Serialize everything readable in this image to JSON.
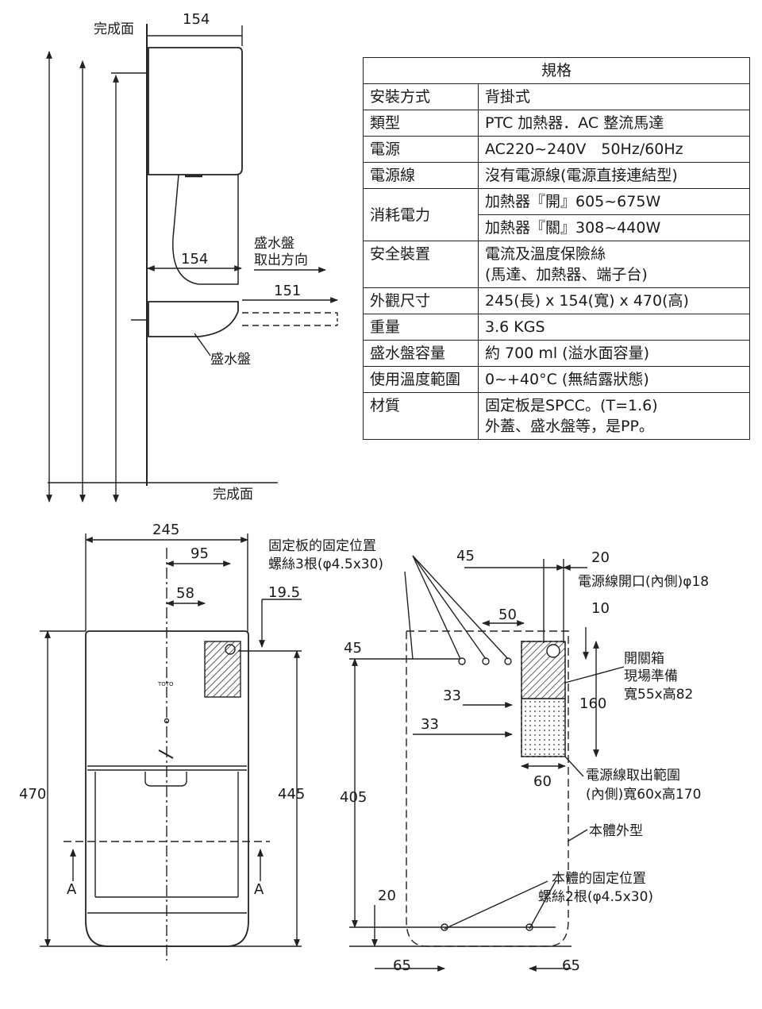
{
  "side_view": {
    "top_surface_label": "完成面",
    "bottom_surface_label": "完成面",
    "depth_top": "154",
    "depth_mid": "154",
    "tray_depth": "151",
    "tray_direction_label_1": "盛水盤",
    "tray_direction_label_2": "取出方向",
    "tray_label": "盛水盤"
  },
  "spec_table": {
    "title": "規格",
    "rows": [
      {
        "key": "安裝方式",
        "values": [
          "背掛式"
        ]
      },
      {
        "key": "類型",
        "values": [
          "PTC 加熱器．AC 整流馬達"
        ]
      },
      {
        "key": "電源",
        "values": [
          "AC220~240V　50Hz/60Hz"
        ]
      },
      {
        "key": "電源線",
        "values": [
          "沒有電源線(電源直接連結型)"
        ]
      },
      {
        "key": "消耗電力",
        "values": [
          "加熱器『開』605~675W",
          "加熱器『關』308~440W"
        ]
      },
      {
        "key": "安全裝置",
        "values": [
          "電流及溫度保險絲",
          "(馬達、加熱器、端子台)"
        ]
      },
      {
        "key": "外觀尺寸",
        "values": [
          "245(長) x 154(寬) x 470(高)"
        ]
      },
      {
        "key": "重量",
        "values": [
          "3.6 KGS"
        ]
      },
      {
        "key": "盛水盤容量",
        "values": [
          "約 700 ml (溢水面容量)"
        ]
      },
      {
        "key": "使用溫度範圍",
        "values": [
          "0~+40°C (無結露狀態)"
        ]
      },
      {
        "key": "材質",
        "values": [
          "固定板是SPCC。(T=1.6)",
          "外蓋、盛水盤等，是PP。"
        ]
      }
    ]
  },
  "front_view": {
    "width": "245",
    "dim_95": "95",
    "dim_58": "58",
    "dim_19_5": "19.5",
    "height": "470",
    "height_445": "445",
    "section_left": "A",
    "section_right": "A",
    "logo": "TOTO",
    "bracket_label_1": "固定板的固定位置",
    "bracket_label_2": "螺絲3根(φ4.5x30)"
  },
  "back_view": {
    "dim_45_top": "45",
    "dim_20_top": "20",
    "cable_opening": "電源線開口(內側)φ18",
    "dim_50": "50",
    "dim_10": "10",
    "dim_45_left": "45",
    "dim_33_a": "33",
    "dim_33_b": "33",
    "dim_160": "160",
    "switch_box_1": "開關箱",
    "switch_box_2": "現場準備",
    "switch_box_3": "寬55x高82",
    "dim_60": "60",
    "cable_range_1": "電源線取出範圍",
    "cable_range_2": "(內側)寬60x高170",
    "body_outline": "本體外型",
    "dim_405": "405",
    "body_fix_1": "本體的固定位置",
    "body_fix_2": "螺絲2根(φ4.5x30)",
    "dim_20_bottom": "20",
    "dim_65_left": "65",
    "dim_65_right": "65"
  }
}
